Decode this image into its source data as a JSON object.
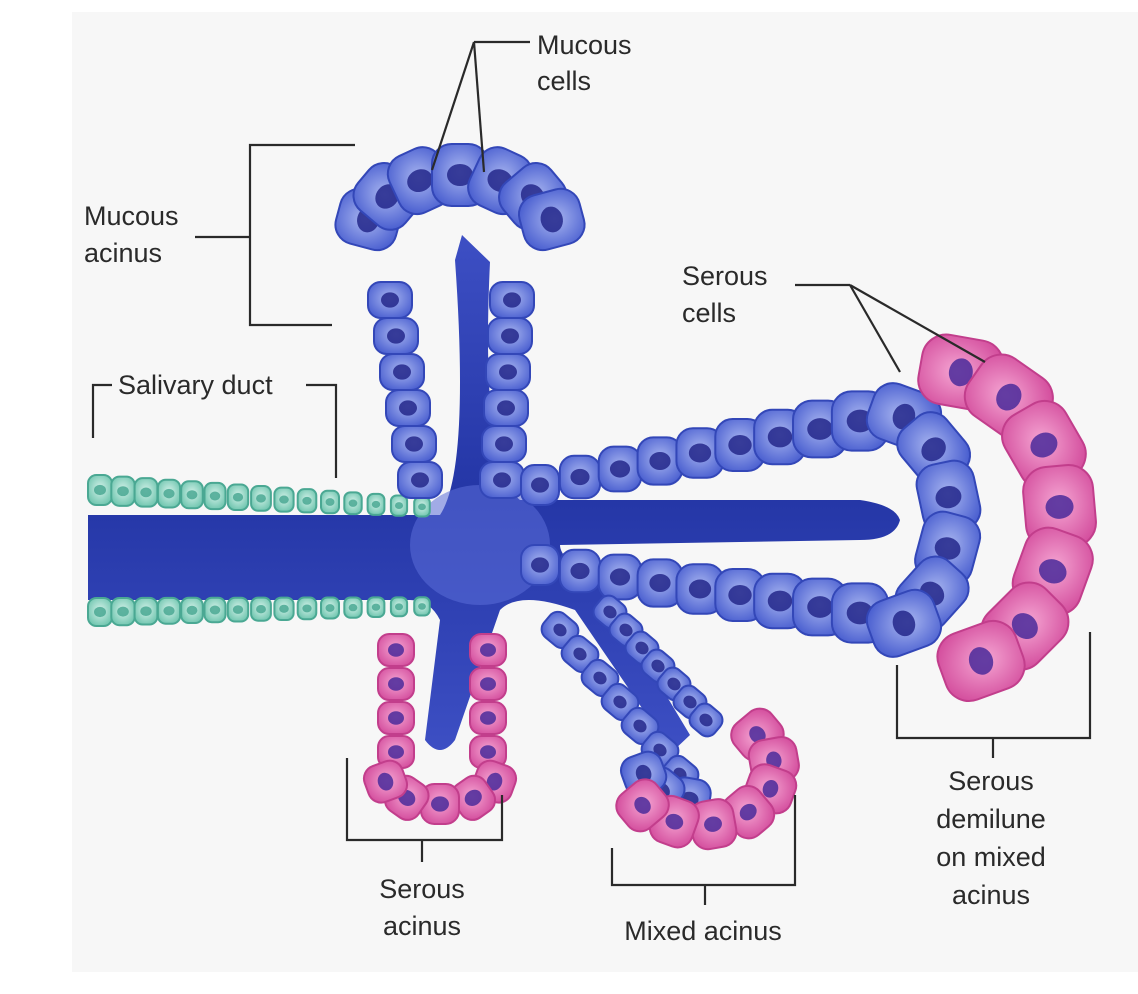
{
  "labels": {
    "mucous_cells": [
      "Mucous",
      "cells"
    ],
    "mucous_acinus": [
      "Mucous",
      "acinus"
    ],
    "salivary_duct": "Salivary duct",
    "serous_cells": [
      "Serous",
      "cells"
    ],
    "serous_acinus": [
      "Serous",
      "acinus"
    ],
    "mixed_acinus": "Mixed acinus",
    "serous_demilune": [
      "Serous",
      "demilune",
      "on mixed",
      "acinus"
    ]
  },
  "colors": {
    "mucous_cell": "#5a6fd6",
    "mucous_cell_dark": "#3347b8",
    "lumen": "#2f3fb0",
    "serous_cell": "#e46fb0",
    "serous_cell_dark": "#c23e8c",
    "duct_cell": "#8fd3c4",
    "duct_cell_dark": "#4aa893",
    "nucleus_blue": "#23278a",
    "nucleus_purple": "#4a2a9a",
    "background_panel": "#f7f7f7"
  },
  "icons": {
    "gland": "salivary-gland-illustration"
  }
}
